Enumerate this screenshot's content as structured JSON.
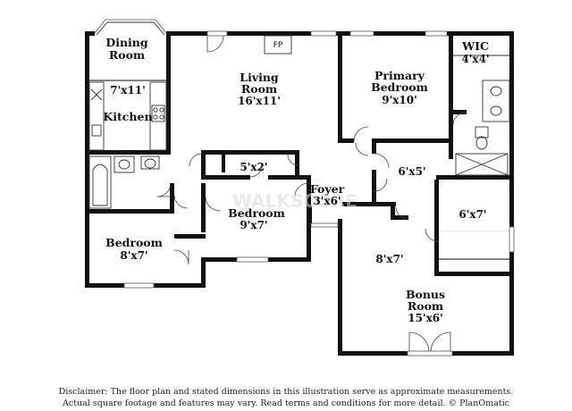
{
  "rooms": {
    "dining": {
      "name_line1": "Dining",
      "name_line2": "Room"
    },
    "kitchen": {
      "dims": "7'x11'",
      "name": "Kitchen"
    },
    "living": {
      "name_line1": "Living",
      "name_line2": "Room",
      "dims": "16'x11'"
    },
    "fireplace": {
      "label": "FP"
    },
    "primary_bedroom": {
      "name_line1": "Primary",
      "name_line2": "Bedroom",
      "dims": "9'x10'"
    },
    "wic": {
      "name": "WIC",
      "dims": "4'x4'"
    },
    "closet_hall": {
      "dims": "5'x2'"
    },
    "foyer": {
      "name": "Foyer",
      "dims": "3'x6'"
    },
    "bedroom_center": {
      "name": "Bedroom",
      "dims": "9'x7'"
    },
    "bedroom_left": {
      "name": "Bedroom",
      "dims": "8'x7'"
    },
    "bath_primary": {
      "dims": "6'x5'"
    },
    "room_6x7": {
      "dims": "6'x7'"
    },
    "room_8x7": {
      "dims": "8'x7'"
    },
    "bonus": {
      "name_line1": "Bonus",
      "name_line2": "Room",
      "dims": "15'x6'"
    }
  },
  "watermark": {
    "text": "WALKSCORE"
  },
  "disclaimer": {
    "line1": "Disclaimer: The floor plan and stated dimensions in this illustration serve as approximate measurements.",
    "line2": "Actual square footage and features may vary. Read terms and conditions for more detail. © PlanOmatic"
  }
}
